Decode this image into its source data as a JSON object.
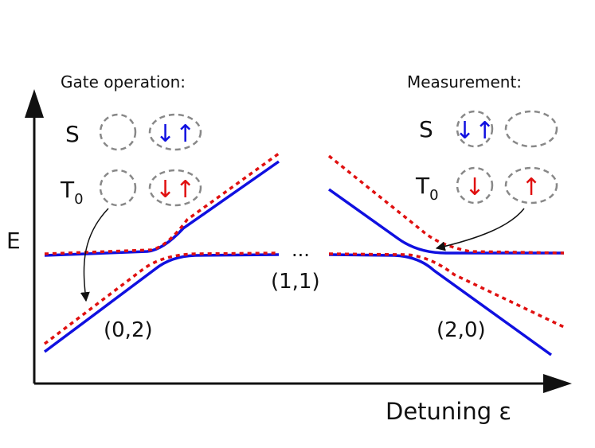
{
  "axes": {
    "y_label": "E",
    "x_label": "Detuning ε"
  },
  "left_panel": {
    "title": "Gate operation:",
    "singlet_label": "S",
    "triplet_label_main": "T",
    "triplet_label_sub": "0",
    "singlet_arrows": "↓↑",
    "triplet_arrows": "↓↑"
  },
  "right_panel": {
    "title": "Measurement:",
    "singlet_label": "S",
    "triplet_label_main": "T",
    "triplet_label_sub": "0",
    "singlet_arrows": "↓↑",
    "triplet_left_arrow": "↓",
    "triplet_right_arrow": "↑"
  },
  "charge_states": {
    "left": "(0,2)",
    "middle": "(1,1)",
    "right": "(2,0)",
    "ellipsis": "..."
  },
  "colors": {
    "singlet": "#1010e0",
    "triplet": "#e01010",
    "dot_outline": "#888888",
    "axis": "#111111"
  }
}
